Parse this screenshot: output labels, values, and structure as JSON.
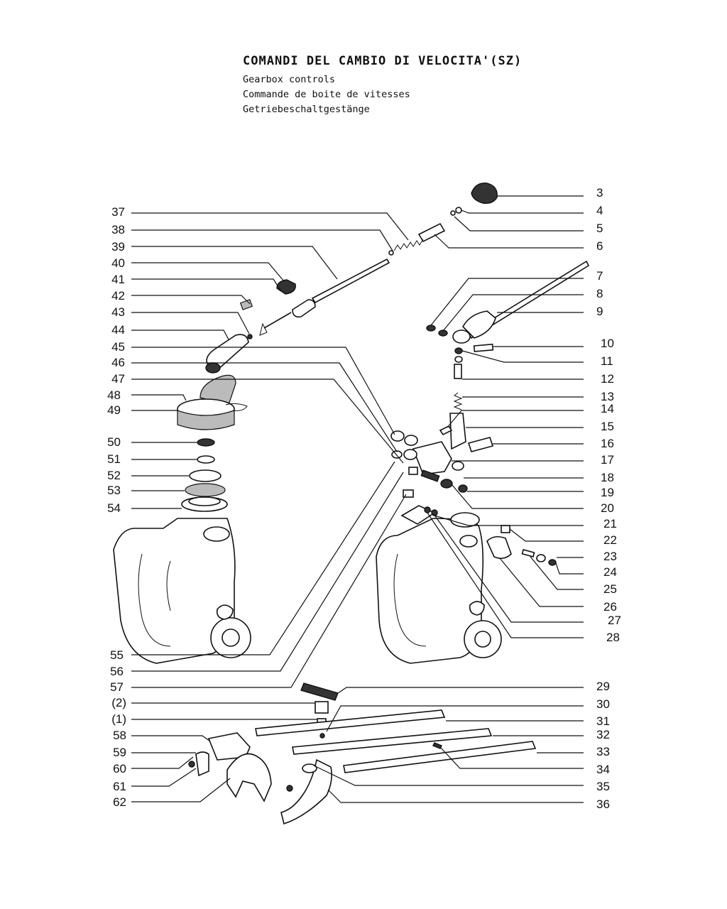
{
  "header": {
    "title": "COMANDI DEL CAMBIO DI VELOCITA'(SZ)",
    "lines": [
      "Gearbox controls",
      "Commande de boite de vitesses",
      "Getriebeschaltgestänge"
    ]
  },
  "callouts": {
    "left": [
      "37",
      "38",
      "39",
      "40",
      "41",
      "42",
      "43",
      "44",
      "45",
      "46",
      "47",
      "48",
      "49",
      "50",
      "51",
      "52",
      "53",
      "54",
      "55",
      "56",
      "57",
      "(2)",
      "(1)",
      "58",
      "59",
      "60",
      "61",
      "62"
    ],
    "right": [
      "3",
      "4",
      "5",
      "6",
      "7",
      "8",
      "9",
      "10",
      "11",
      "12",
      "13",
      "14",
      "15",
      "16",
      "17",
      "18",
      "19",
      "20",
      "21",
      "22",
      "23",
      "24",
      "25",
      "26",
      "27",
      "28",
      "29",
      "30",
      "31",
      "32",
      "33",
      "34",
      "35",
      "36"
    ]
  }
}
